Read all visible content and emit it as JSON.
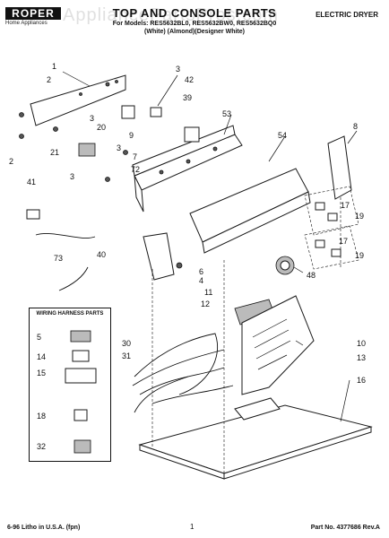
{
  "header": {
    "brand": "ROPER",
    "brand_sub": "Home Appliances",
    "watermark": "AppliancePartsPros.com",
    "title": "TOP AND CONSOLE PARTS",
    "models": "For Models: RES5632BL0, RES5632BW0, RES5632BQ0",
    "colors": "(White)     (Almond)(Designer White)",
    "doc_type": "ELECTRIC DRYER"
  },
  "legend": {
    "title": "WIRING HARNESS PARTS",
    "callouts": [
      "5",
      "14",
      "15",
      "18",
      "32"
    ]
  },
  "callouts": [
    "1",
    "2",
    "2",
    "3",
    "3",
    "3",
    "3",
    "42",
    "20",
    "21",
    "39",
    "53",
    "9",
    "7",
    "72",
    "8",
    "54",
    "41",
    "17",
    "19",
    "17",
    "19",
    "40",
    "73",
    "6",
    "4",
    "48",
    "11",
    "12",
    "10",
    "13",
    "30",
    "31",
    "16"
  ],
  "footer": {
    "left": "6-96 Litho in U.S.A. (fpn)",
    "page": "1",
    "right": "Part No. 4377686 Rev.A"
  }
}
